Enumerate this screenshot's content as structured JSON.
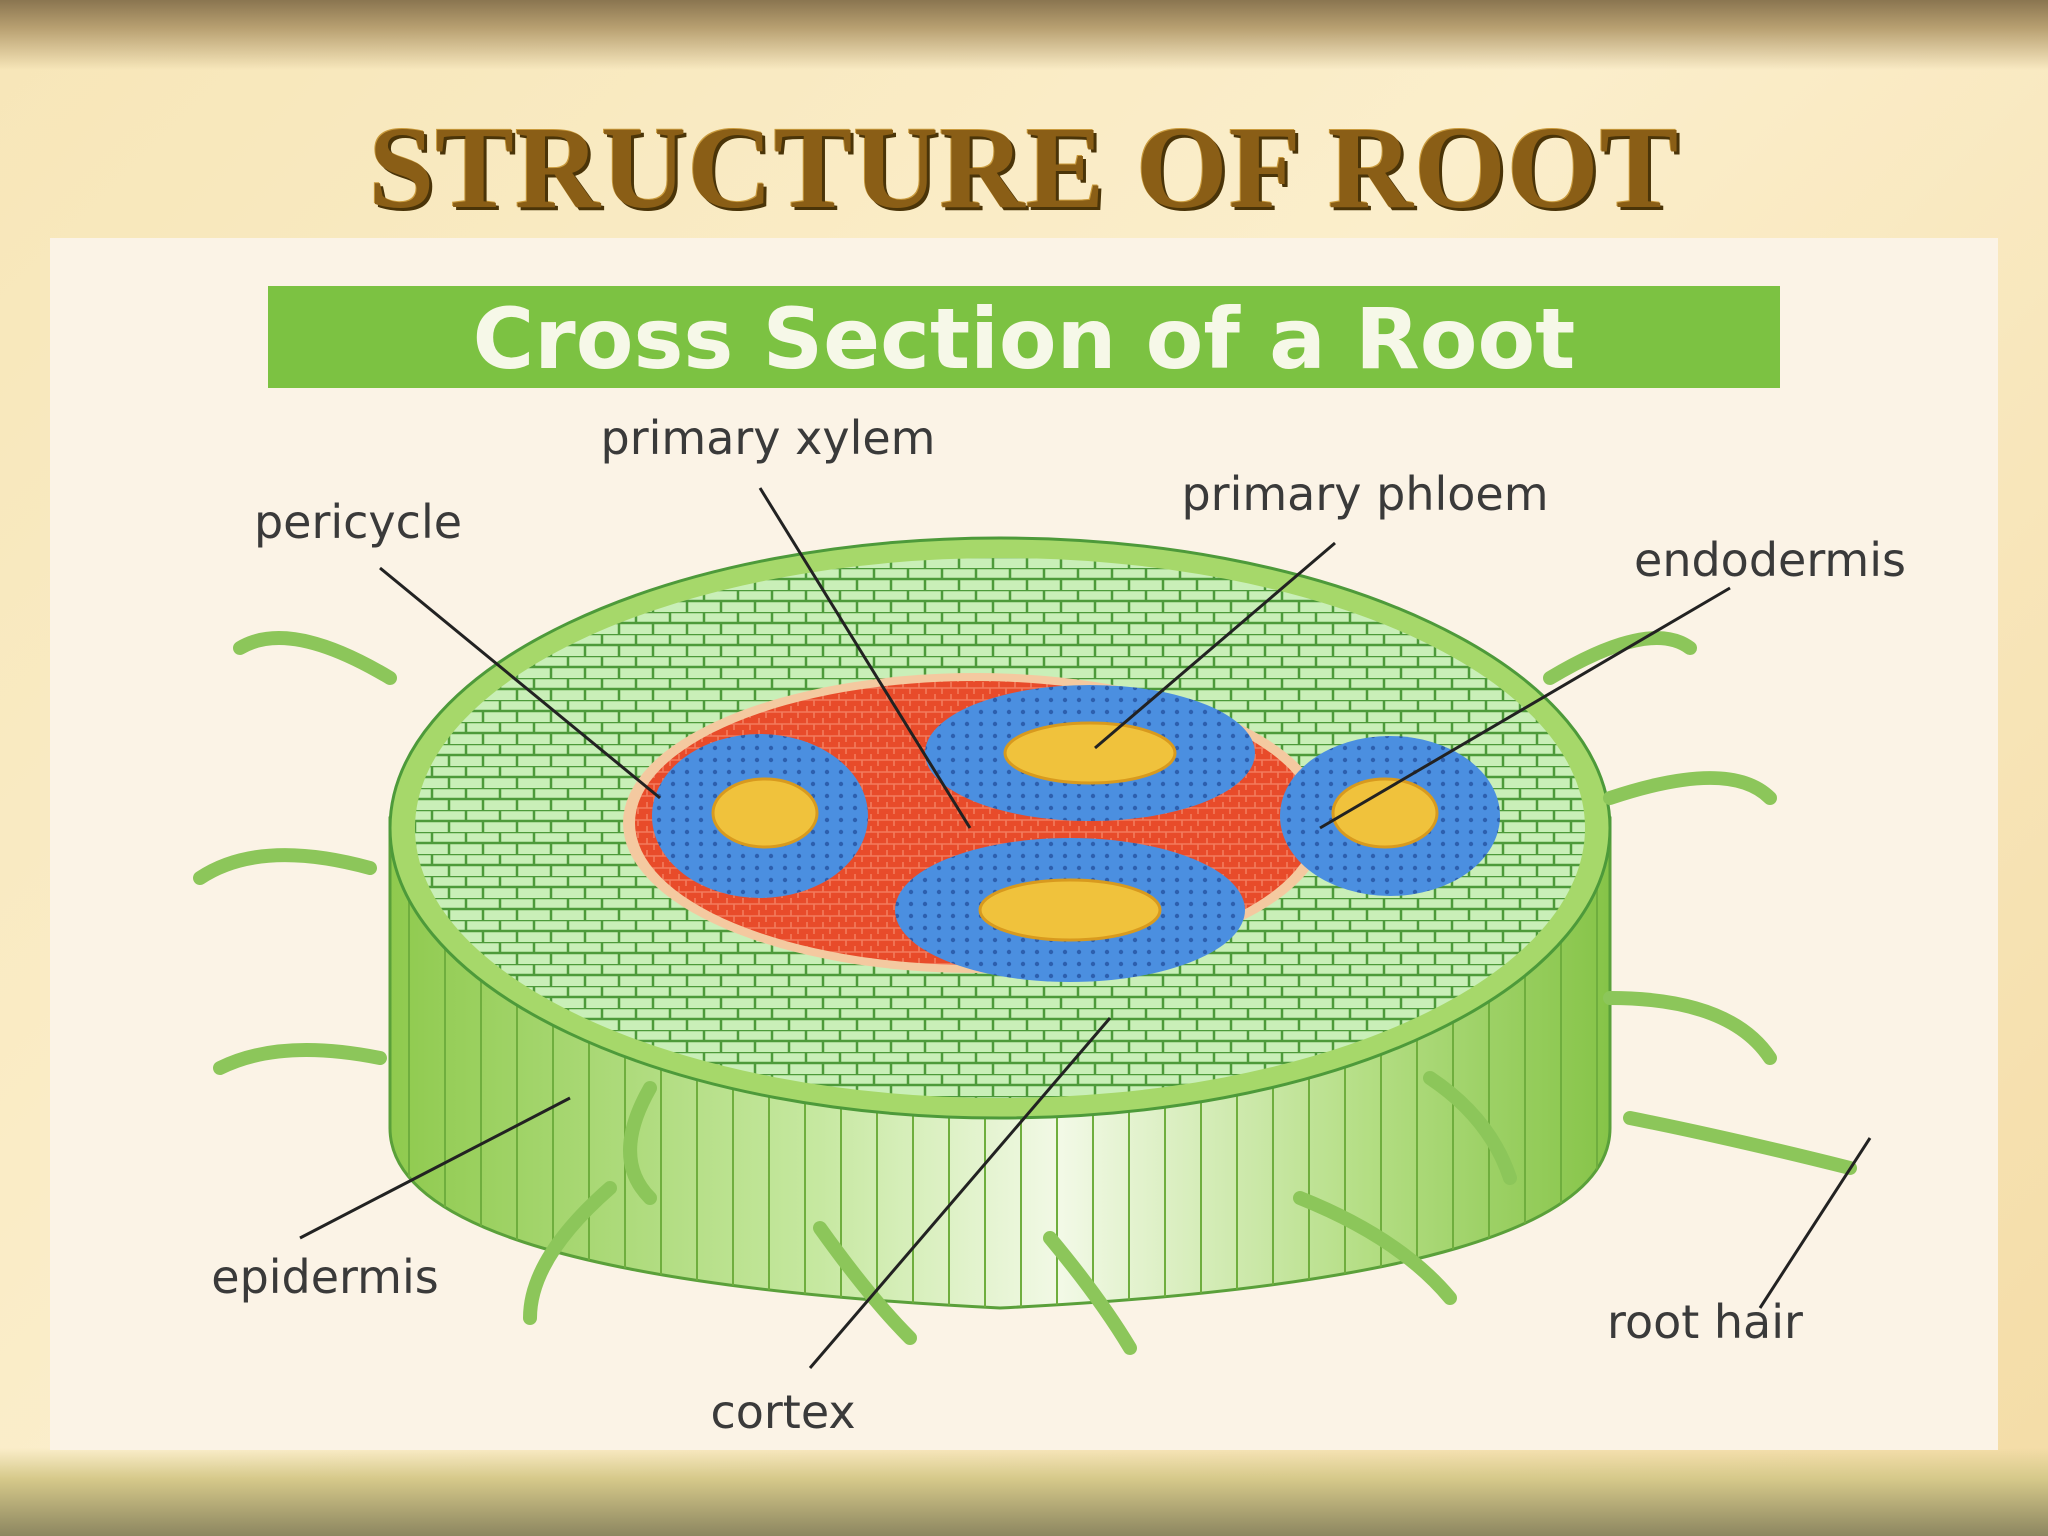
{
  "slide": {
    "title": "STRUCTURE OF ROOT"
  },
  "diagram": {
    "heading": "Cross Section of a Root",
    "labels": {
      "primary_xylem": "primary xylem",
      "pericycle": "pericycle",
      "primary_phloem": "primary phloem",
      "endodermis": "endodermis",
      "epidermis": "epidermis",
      "cortex": "cortex",
      "root_hair": "root hair"
    }
  },
  "colors": {
    "title": "#8a5e16",
    "heading_band": "#7cc242",
    "epidermis": "#a6d86a",
    "cortex": "#c9efb8",
    "endodermis": "#e84b2a",
    "pericycle": "#4b8fe0",
    "phloem": "#f0c23c"
  }
}
